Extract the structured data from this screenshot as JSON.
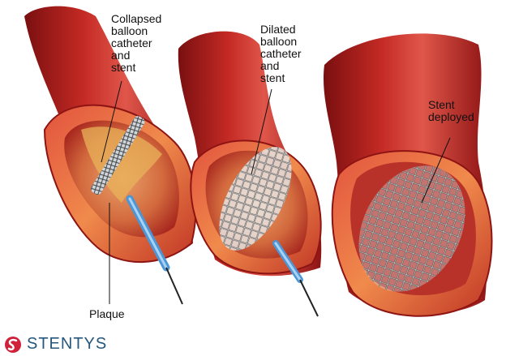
{
  "labels": {
    "collapsed": "Collapsed\nballoon\ncatheter\nand\nstent",
    "dilated": "Dilated\nballoon\ncatheter\nand\nstent",
    "deployed": "Stent\ndeployed",
    "plaque": "Plaque"
  },
  "brand": {
    "name": "STENTYS",
    "logo_icon": "stentys-logo-icon",
    "color": "#26577c",
    "logo_color": "#d0203a"
  },
  "colors": {
    "artery_dark": "#8e1414",
    "artery_mid": "#b82222",
    "artery_light": "#dd4a3e",
    "plaque": "#e8b15a",
    "catheter_blue": "#4d96d6",
    "stent_mesh": "#4a4a4a"
  }
}
